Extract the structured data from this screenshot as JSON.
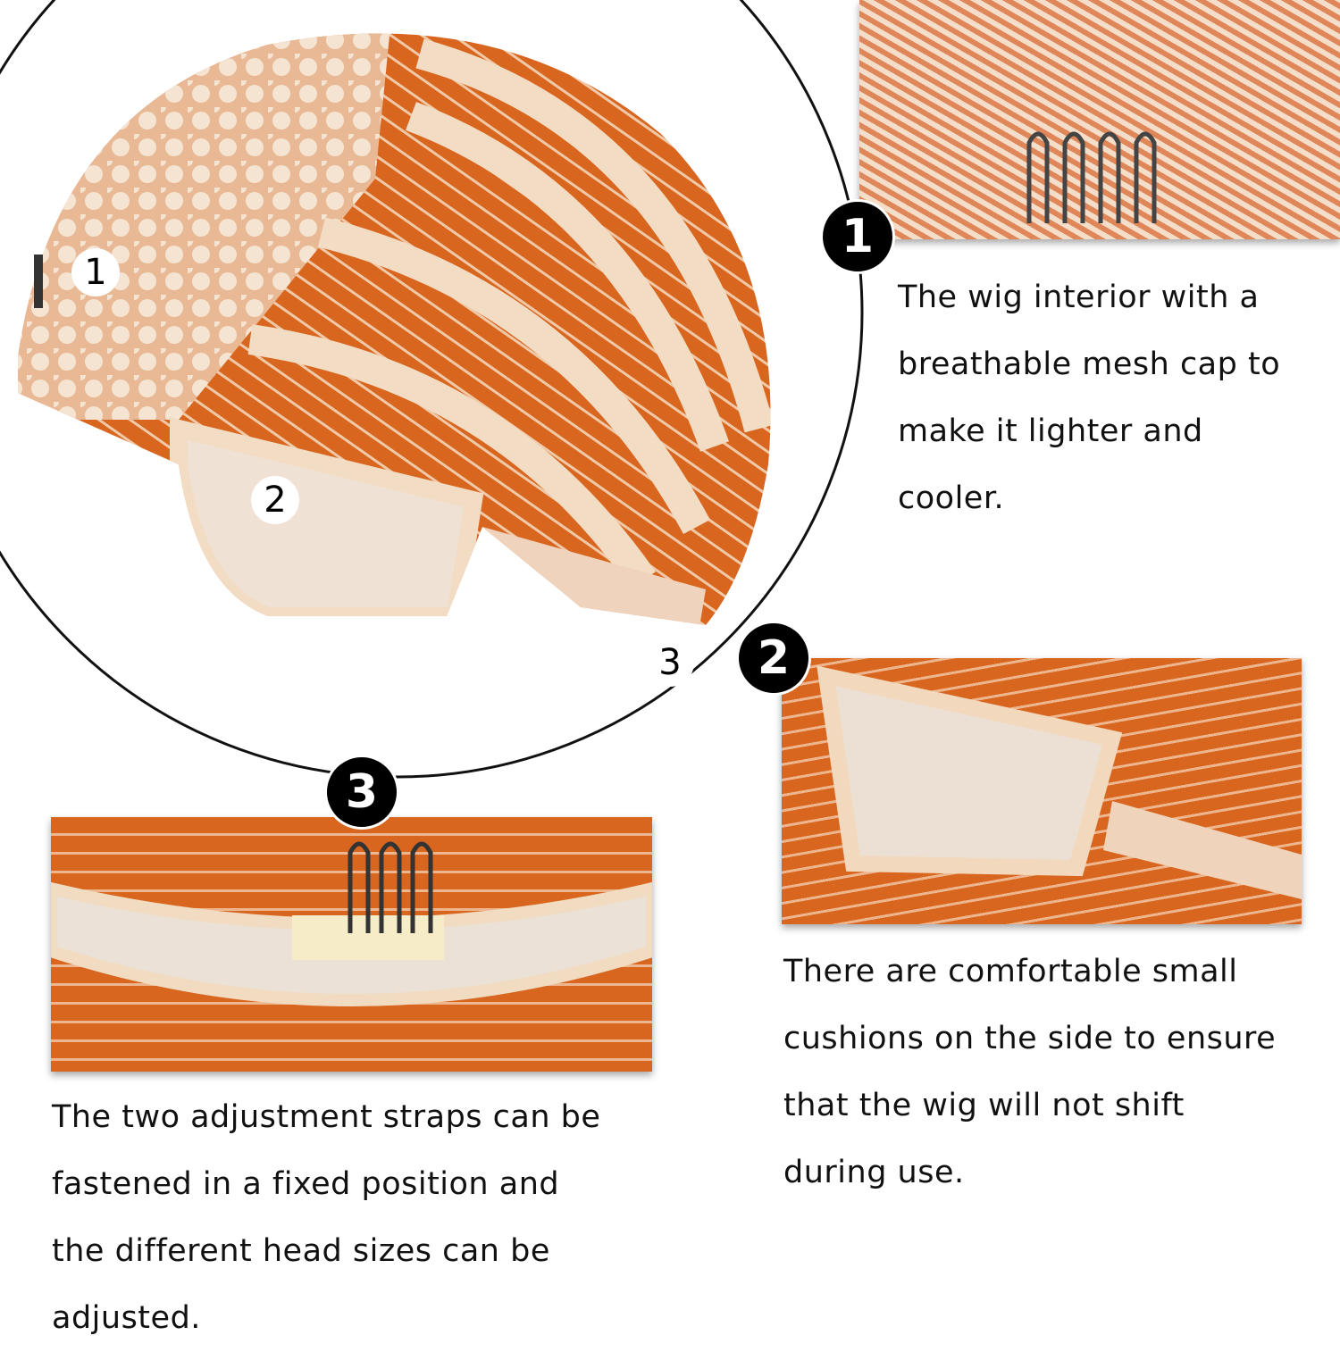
{
  "main_image": {
    "labels": [
      "1",
      "2",
      "3"
    ]
  },
  "features": [
    {
      "number": "1",
      "lines": [
        "The wig interior with a",
        "breathable mesh cap to",
        "make it lighter and",
        "cooler."
      ]
    },
    {
      "number": "2",
      "lines": [
        "There are comfortable small",
        "cushions on the side to ensure",
        "that the wig will not shift",
        "during use."
      ]
    },
    {
      "number": "3",
      "lines": [
        "The two adjustment straps can be",
        "fastened in a fixed position and",
        "the different head sizes can be",
        "adjusted."
      ]
    }
  ],
  "colors": {
    "hair": "#d8661f",
    "lace": "#f3dcc4",
    "badge": "#000000"
  }
}
